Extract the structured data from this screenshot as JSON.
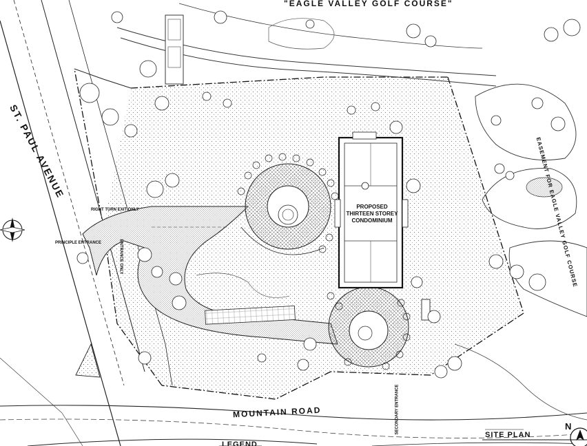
{
  "drawing": {
    "title": "SITE PLAN",
    "scale": "",
    "golf_course": "\"EAGLE VALLEY GOLF COURSE\"",
    "street_west": "ST. PAUL AVENUE",
    "street_south": "MOUNTAIN ROAD",
    "building_label": "PROPOSED THIRTEEN STOREY CONDOMINIUM",
    "easement_label": "EASEMENT FOR EAGLE VALLEY GOLF COURSE",
    "principle_entrance": "PRINCIPLE ENTRANCE",
    "right_turn": "RIGHT TURN EXIT ONLY",
    "entrance_only": "ENTRANCE ONLY",
    "secondary_entrance": "SECONDARY ENTRANCE",
    "legend": "LEGEND",
    "north": "N"
  },
  "colors": {
    "line": "#111111",
    "hatch": "#777777",
    "paper": "#ffffff"
  }
}
